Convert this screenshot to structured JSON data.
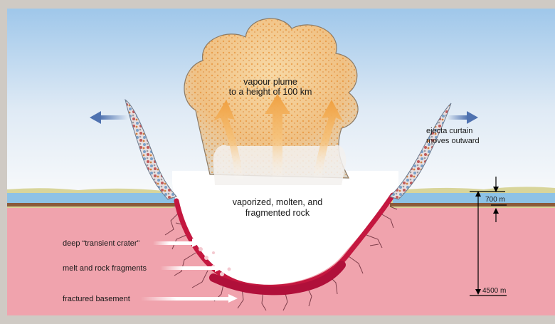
{
  "labels": {
    "vapour_plume_line1": "vapour plume",
    "vapour_plume_line2": "to a height of 100 km",
    "ejecta_line1": "ejecta curtain",
    "ejecta_line2": "moves outward",
    "vaporized_line1": "vaporized, molten, and",
    "vaporized_line2": "fragmented rock",
    "transient_crater": "deep “transient crater”",
    "melt_fragments": "melt and rock fragments",
    "fractured_basement": "fractured basement",
    "depth_700": "700 m",
    "depth_4500": "4500 m"
  },
  "colors": {
    "sky_top": "#9fc7ea",
    "sky_bottom": "#f3f7fb",
    "basement": "#f0a3ad",
    "water_layer": "#8dc2e6",
    "sediment_brown": "#8a5a3a",
    "surface_green": "#d8d59a",
    "melt_red": "#c4173f",
    "plume_orange": "#f3b04a",
    "arrow_blue": "#5a7db8",
    "frame": "#cfcac4"
  },
  "icons": {
    "left_arrow": "outward-arrow-left-icon",
    "right_arrow": "outward-arrow-right-icon"
  }
}
